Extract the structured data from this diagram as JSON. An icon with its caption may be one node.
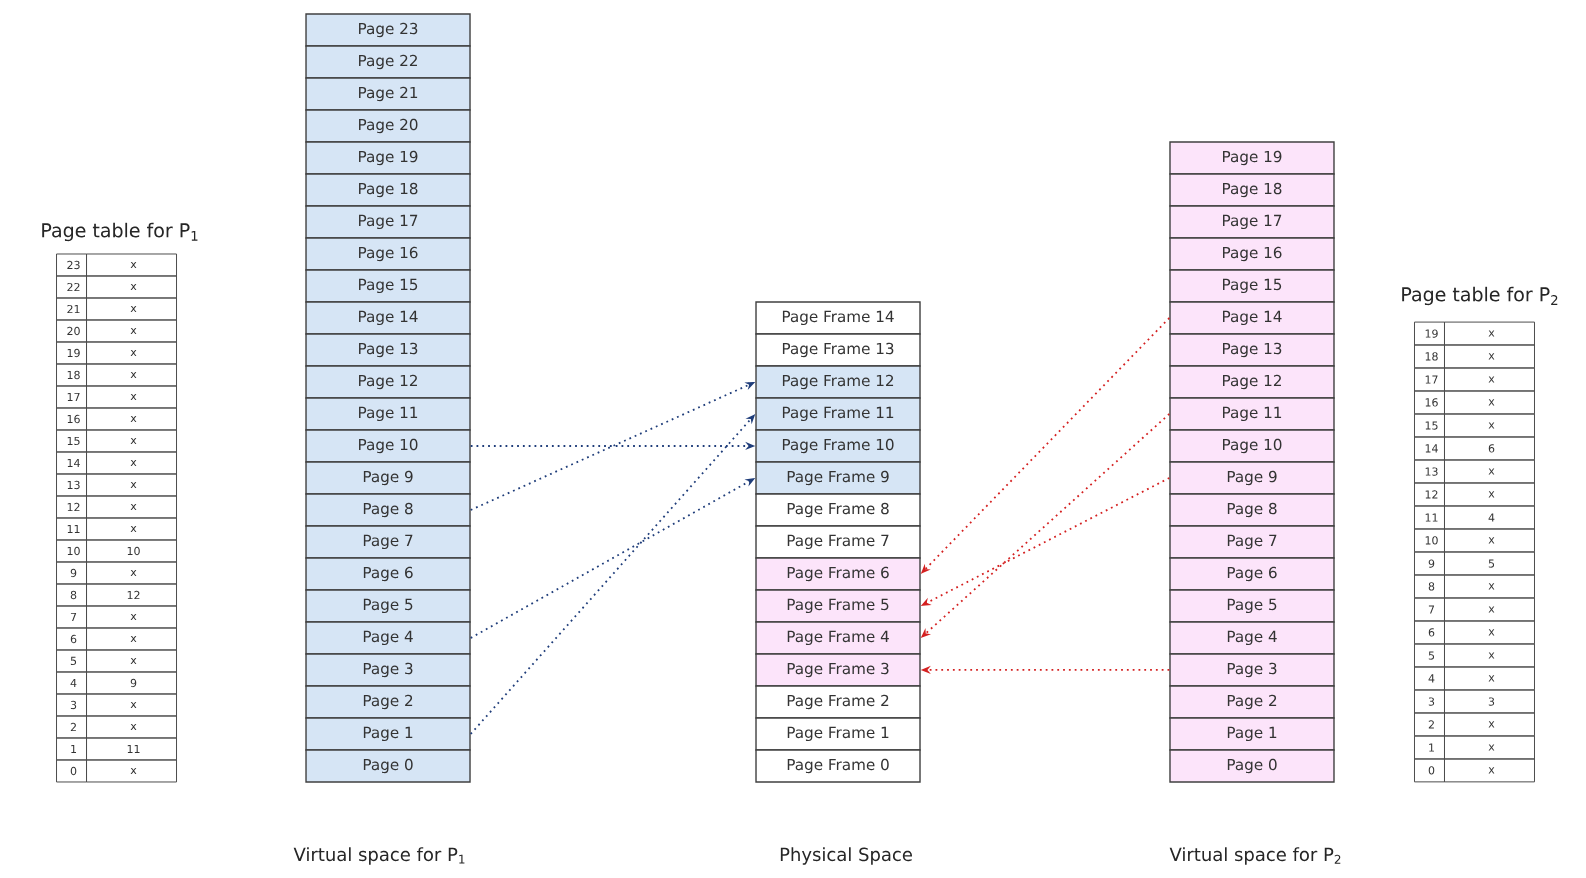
{
  "diagram": {
    "nodes": [
      {
        "text": [
          "Page 23"
        ]
      },
      {
        "text": [
          "Page 22"
        ]
      },
      {
        "text": [
          "Page 21"
        ]
      },
      {
        "text": [
          "Page 20"
        ]
      },
      {
        "text": [
          "Page 19"
        ]
      },
      {
        "text": [
          "Page 18"
        ]
      },
      {
        "text": [
          "Page 17"
        ]
      },
      {
        "text": [
          "Page 16"
        ]
      },
      {
        "text": [
          "Page 15"
        ]
      },
      {
        "text": [
          "Page 14"
        ]
      },
      {
        "text": [
          "Page 13"
        ]
      },
      {
        "text": [
          "Page 12"
        ]
      },
      {
        "text": [
          "Page 11"
        ]
      },
      {
        "text": [
          "Page 10"
        ]
      },
      {
        "text": [
          "Page 9"
        ]
      },
      {
        "text": [
          "Page 8"
        ]
      },
      {
        "text": [
          "Page 7"
        ]
      },
      {
        "text": [
          "Page 6"
        ]
      },
      {
        "text": [
          "Page 5"
        ]
      },
      {
        "text": [
          "Page 4"
        ]
      },
      {
        "text": [
          "Page 3"
        ]
      },
      {
        "text": [
          "Page 2"
        ]
      },
      {
        "text": [
          "Page 1"
        ]
      },
      {
        "text": [
          "Page 0"
        ]
      },
      {
        "text": [
          "Page Frame 14"
        ]
      },
      {
        "text": [
          "Page Frame 13"
        ]
      },
      {
        "text": [
          "Page Frame 12"
        ]
      },
      {
        "text": [
          "Page Frame 11"
        ]
      },
      {
        "text": [
          "Page Frame 10"
        ]
      },
      {
        "text": [
          "Page Frame 9"
        ]
      },
      {
        "text": [
          "Page Frame 8"
        ]
      },
      {
        "text": [
          "Page Frame 7"
        ]
      },
      {
        "text": [
          "Page Frame 6"
        ]
      },
      {
        "text": [
          "Page Frame 5"
        ]
      },
      {
        "text": [
          "Page Frame 4"
        ]
      },
      {
        "text": [
          "Page Frame 3"
        ]
      },
      {
        "text": [
          "Page Frame 2"
        ]
      },
      {
        "text": [
          "Page Frame 1"
        ]
      },
      {
        "text": [
          "Page Frame 0"
        ]
      },
      {
        "text": [
          "Page 19"
        ]
      },
      {
        "text": [
          "Page 18"
        ]
      },
      {
        "text": [
          "Page 17"
        ]
      },
      {
        "text": [
          "Page 16"
        ]
      },
      {
        "text": [
          "Page 15"
        ]
      },
      {
        "text": [
          "Page 14"
        ]
      },
      {
        "text": [
          "Page 13"
        ]
      },
      {
        "text": [
          "Page 12"
        ]
      },
      {
        "text": [
          "Page 11"
        ]
      },
      {
        "text": [
          "Page 10"
        ]
      },
      {
        "text": [
          "Page 9"
        ]
      },
      {
        "text": [
          "Page 8"
        ]
      },
      {
        "text": [
          "Page 7"
        ]
      },
      {
        "text": [
          "Page 6"
        ]
      },
      {
        "text": [
          "Page 5"
        ]
      },
      {
        "text": [
          "Page 4"
        ]
      },
      {
        "text": [
          "Page 3"
        ]
      },
      {
        "text": [
          "Page 2"
        ]
      },
      {
        "text": [
          "Page 1"
        ]
      },
      {
        "text": [
          "Page 0"
        ]
      }
    ],
    "edges": [
      {
        "from": 13,
        "to": 28,
        "arrow": "to",
        "color": "#1f3d7a"
      },
      {
        "from": 15,
        "to": 26,
        "arrow": "to",
        "color": "#1f3d7a"
      },
      {
        "from": 19,
        "to": 29,
        "arrow": "to",
        "color": "#1f3d7a"
      },
      {
        "from": 22,
        "to": 27,
        "arrow": "to",
        "color": "#1f3d7a"
      },
      {
        "from": 44,
        "to": 32,
        "arrow": "to",
        "color": "#d42020"
      },
      {
        "from": 47,
        "to": 34,
        "arrow": "to",
        "color": "#d42020"
      },
      {
        "from": 49,
        "to": 33,
        "arrow": "to",
        "color": "#d42020"
      },
      {
        "from": 55,
        "to": 35,
        "arrow": "to",
        "color": "#d42020"
      }
    ],
    "labels": [
      "Page table for P$_{1}$",
      "23",
      "x",
      "22",
      "x",
      "21",
      "x",
      "20",
      "x",
      "19",
      "x",
      "18",
      "x",
      "17",
      "x",
      "16",
      "x",
      "15",
      "x",
      "14",
      "x",
      "13",
      "x",
      "12",
      "x",
      "11",
      "x",
      "10",
      "10",
      "9",
      "x",
      "8",
      "12",
      "7",
      "x",
      "6",
      "x",
      "5",
      "x",
      "4",
      "9",
      "3",
      "x",
      "2",
      "x",
      "1",
      "11",
      "0",
      "x",
      "Page table for P$_{2}$",
      "19",
      "x",
      "18",
      "x",
      "17",
      "x",
      "16",
      "x",
      "15",
      "x",
      "14",
      "6",
      "13",
      "x",
      "12",
      "x",
      "11",
      "4",
      "10",
      "x",
      "9",
      "5",
      "8",
      "x",
      "7",
      "x",
      "6",
      "x",
      "5",
      "x",
      "4",
      "x",
      "3",
      "3",
      "2",
      "x",
      "1",
      "x",
      "0",
      "x",
      "Virtual space for P$_{1}$",
      "Physical Space",
      "Virtual space for P$_{2}$"
    ]
  }
}
